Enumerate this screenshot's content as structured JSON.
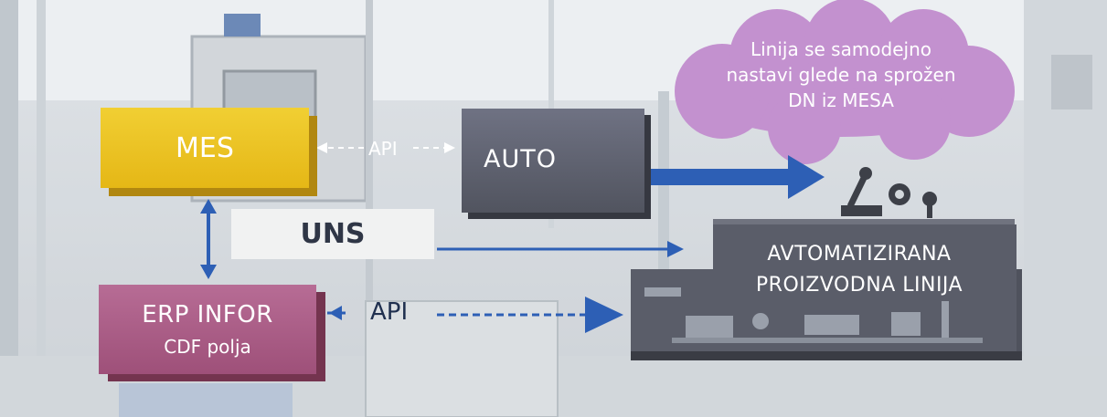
{
  "diagram": {
    "mes": {
      "label": "MES"
    },
    "auto": {
      "label": "AUTO"
    },
    "uns": {
      "label": "UNS"
    },
    "erp": {
      "title": "ERP INFOR",
      "subtitle": "CDF polja"
    },
    "api_top": {
      "label": "API"
    },
    "api_bottom": {
      "label": "API"
    },
    "cloud": {
      "lines": [
        "Linija se samodejno",
        "nastavi glede na sprožen",
        "DN iz MESA"
      ],
      "color": "#c391cf"
    },
    "production_line": {
      "lines": [
        "AVTOMATIZIRANA",
        "PROIZVODNA LINIJA"
      ],
      "color": "#595c68"
    },
    "colors": {
      "mes": "#e9bd1c",
      "auto": "#5a5d6a",
      "erp": "#a85a83",
      "arrow": "#2d5fb5"
    }
  }
}
